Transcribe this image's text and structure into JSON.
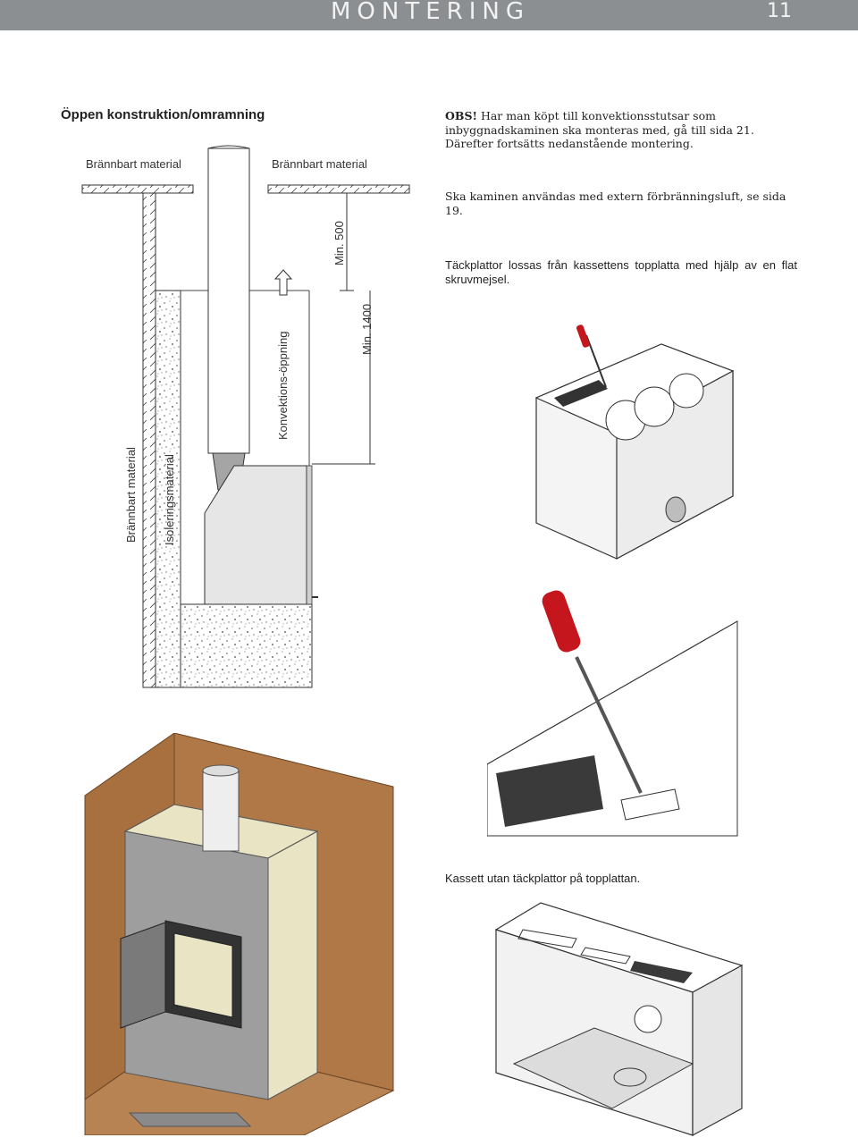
{
  "header": {
    "title": "MONTERING",
    "page_number": "11"
  },
  "section_title": "Öppen konstruktion/omramning",
  "diagram": {
    "label_left_top": "Brännbart material",
    "label_right_top": "Brännbart material",
    "label_vertical_wall": "Brännbart material",
    "label_vertical_insulation": "Isoleringsmaterial",
    "label_convection": "Konvektions-öppning",
    "label_min500": "Min. 500",
    "label_min1400": "Min. 1400"
  },
  "text": {
    "obs_lead": "OBS!",
    "obs_body": " Har man köpt till konvektionsstutsar som inbyggnadskaminen ska monteras med, gå till sida 21. Därefter fortsätts nedanstående montering.",
    "external_air": "Ska kaminen användas med extern förbränningsluft, se sida 19.",
    "cover_plates": "Täckplattor lossas från kassettens topplatta med hjälp av en flat skruvmejsel.",
    "cassette_caption": "Kassett utan täckplattor på topplattan."
  },
  "colors": {
    "header_bar": "#8c8f92",
    "screwdriver_red": "#c4161c",
    "wood": "#a8703f",
    "wall_grey": "#9e9e9e",
    "insulation": "#e8e4c4"
  }
}
